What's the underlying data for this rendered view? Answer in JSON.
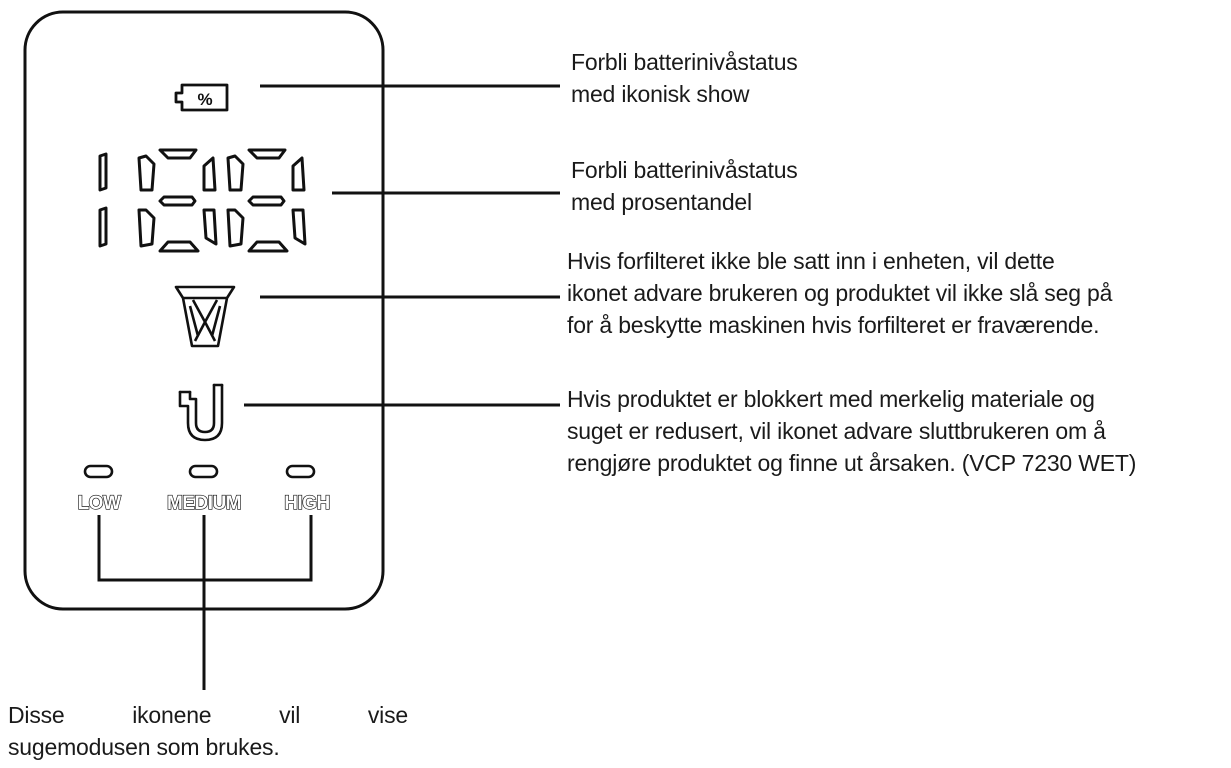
{
  "panel": {
    "battery_icon_symbol": "%",
    "modes": [
      {
        "label": "LOW"
      },
      {
        "label": "MEDIUM"
      },
      {
        "label": "HIGH"
      }
    ],
    "icons": {
      "battery": "battery-percent-icon",
      "digits": "seven-segment-display",
      "prefilter": "prefilter-icon",
      "blockage": "blocked-pipe-icon"
    }
  },
  "callouts": {
    "battery_icon": {
      "line1": "Forbli batterinivåstatus",
      "line2": "med ikonisk show"
    },
    "battery_percent": {
      "line1": "Forbli batterinivåstatus",
      "line2": "med prosentandel"
    },
    "prefilter": {
      "line1": "Hvis forfilteret ikke ble satt inn i enheten, vil dette",
      "line2": "ikonet advare brukeren og produktet vil ikke slå seg på",
      "line3": "for å beskytte maskinen hvis forfilteret er fraværende."
    },
    "blockage": {
      "line1": "Hvis produktet er blokkert med merkelig materiale og",
      "line2": "suget er redusert, vil ikonet advare sluttbrukeren om å",
      "line3": "rengjøre produktet og finne ut årsaken. (VCP 7230 WET)"
    },
    "modes": {
      "line1_words": [
        "Disse",
        "ikonene",
        "vil",
        "vise"
      ],
      "line2": "sugemodusen som brukes."
    }
  }
}
